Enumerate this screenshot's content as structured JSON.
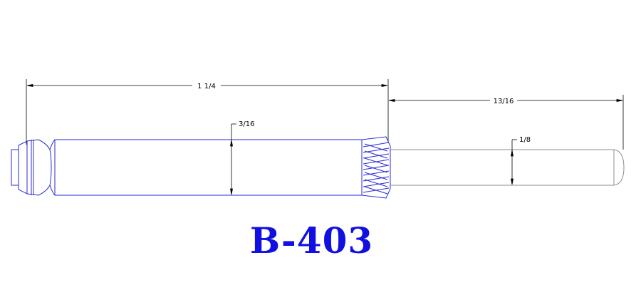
{
  "drawing": {
    "part_number": "B-403",
    "dimensions": {
      "overall_length": "1 1/4",
      "pin_length": "13/16",
      "body_diameter": "3/16",
      "pin_diameter": "1/8"
    },
    "colors": {
      "part_outline": "#2a2ad8",
      "pin_outline": "#8c8c8c",
      "dimension_lines": "#000000",
      "label": "#1010e0"
    }
  }
}
